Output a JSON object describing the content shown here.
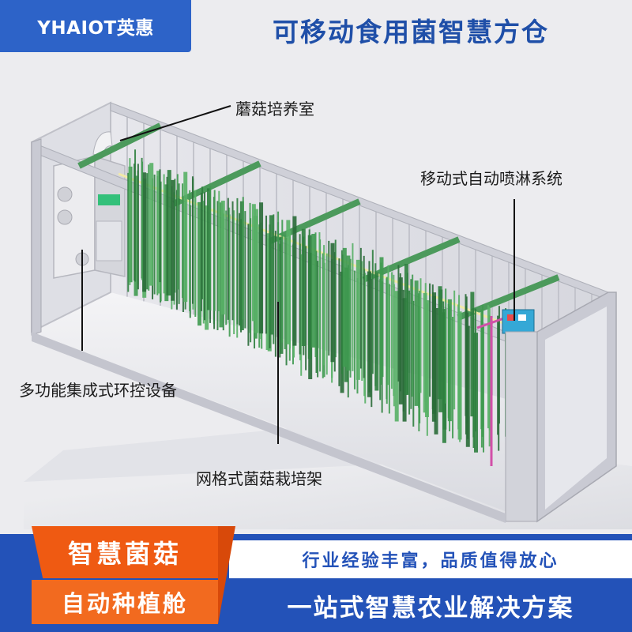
{
  "header": {
    "brand": "YHAIOT英惠",
    "title": "可移动食用菌智慧方仓"
  },
  "callouts": {
    "culture_room": "蘑菇培养室",
    "sprinkler": "移动式自动喷淋系统",
    "env_control": "多功能集成式环控设备",
    "grid_rack": "网格式菌菇栽培架"
  },
  "footer": {
    "badge_line1": "智慧菌菇",
    "badge_line2": "自动种植舱",
    "slogan_top": "行业经验丰富，品质值得放心",
    "slogan_bottom": "一站式智慧农业解决方案"
  },
  "colors": {
    "brand_blue": "#2d63c8",
    "headline_blue": "#1f4fa8",
    "footer_blue": "#2352b8",
    "accent_orange": "#ef5a12",
    "rack_green": "#3a8a4a",
    "frame_grey": "#c9cad3"
  }
}
